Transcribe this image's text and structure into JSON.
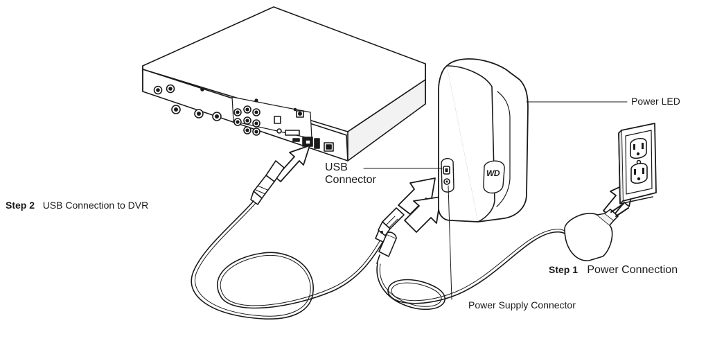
{
  "labels": {
    "power_led": "Power LED",
    "usb_connector_line1": "USB",
    "usb_connector_line2": "Connector",
    "power_supply_connector": "Power Supply Connector",
    "step2_prefix": "Step 2",
    "step2_text": "USB Connection to DVR",
    "step1_prefix": "Step 1",
    "step1_text": "Power Connection"
  },
  "devices": {
    "drive_logo": "WD"
  },
  "colors": {
    "line": "#1a1a1a",
    "fill": "#ffffff",
    "shade": "#e6e6e6",
    "dark_shade": "#8a8a8a"
  }
}
